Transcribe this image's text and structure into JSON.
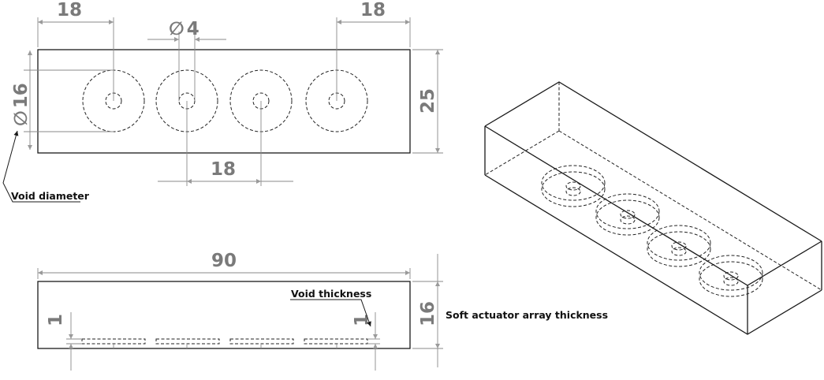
{
  "dimensions": {
    "top_left_offset": "18",
    "hole_diameter": "4",
    "top_right_offset": "18",
    "void_diameter": "16",
    "width": "25",
    "hole_pitch": "18",
    "length": "90",
    "left_void_thickness": "1",
    "right_void_thickness": "1",
    "array_thickness": "16"
  },
  "symbols": {
    "diameter": "∅"
  },
  "labels": {
    "void_diameter": "Void diameter",
    "void_thickness": "Void thickness",
    "array_thickness": "Soft actuator array thickness"
  }
}
